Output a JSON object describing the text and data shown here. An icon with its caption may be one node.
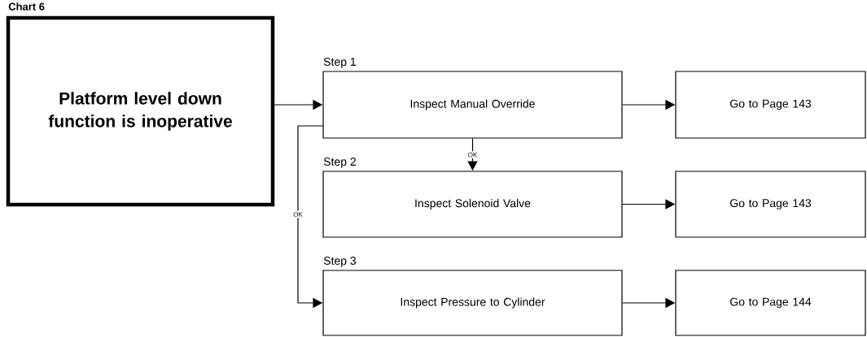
{
  "diagram": {
    "title": "Chart 6",
    "nodes": [
      {
        "text": [
          "Platform level down function is inoperative"
        ]
      },
      {
        "text": [
          "Inspect Manual Override"
        ],
        "beside": [
          "Step 1"
        ]
      },
      {
        "text": [
          "Go to Page 143"
        ]
      },
      {
        "text": [
          "Inspect Solenoid Valve"
        ],
        "beside": [
          "Step 2"
        ]
      },
      {
        "text": [
          "Go to Page 143"
        ]
      },
      {
        "text": [
          "Inspect Pressure to Cylinder"
        ],
        "beside": [
          "Step 3"
        ]
      },
      {
        "text": [
          "Go to Page 144"
        ]
      }
    ],
    "edges": [
      {
        "from": 0,
        "to": 1,
        "arrow": "to"
      },
      {
        "from": 1,
        "to": 2,
        "arrow": "to"
      },
      {
        "from": 1,
        "to": 3,
        "arrow": "to",
        "label": "OK"
      },
      {
        "from": 3,
        "to": 4,
        "arrow": "to"
      },
      {
        "from": 1,
        "to": 5,
        "arrow": "to",
        "label": "OK"
      },
      {
        "from": 5,
        "to": 6,
        "arrow": "to"
      }
    ]
  }
}
